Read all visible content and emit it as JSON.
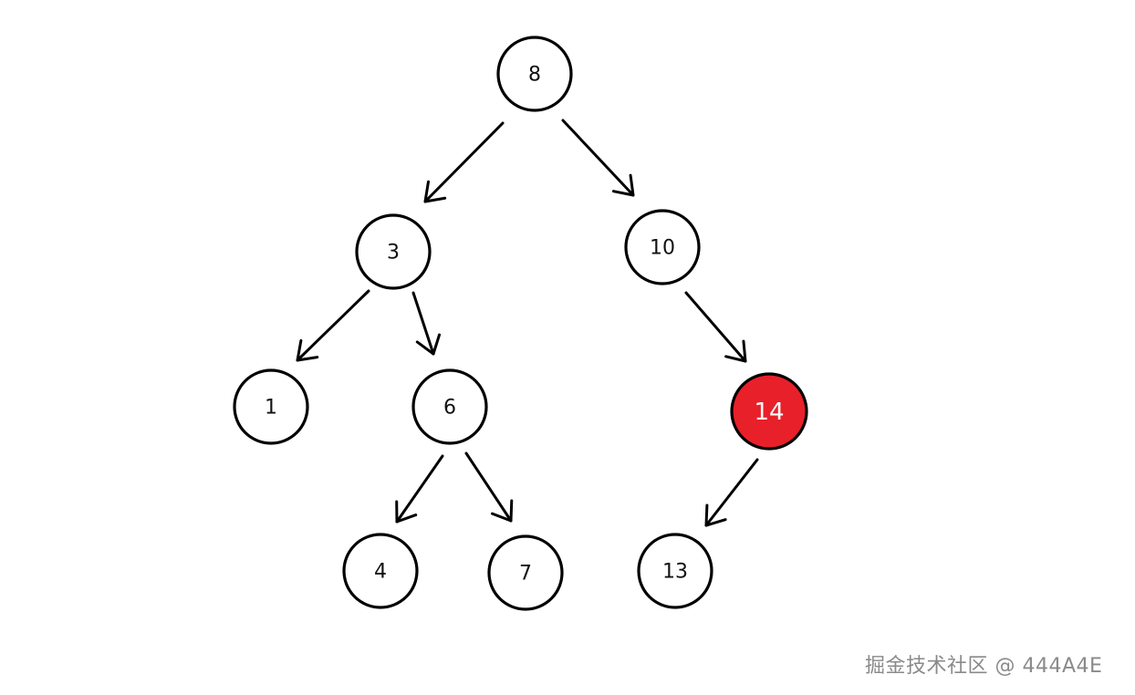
{
  "diagram": {
    "nodes": [
      {
        "id": "n8",
        "label": "8",
        "highlight": false
      },
      {
        "id": "n3",
        "label": "3",
        "highlight": false
      },
      {
        "id": "n10",
        "label": "10",
        "highlight": false
      },
      {
        "id": "n1",
        "label": "1",
        "highlight": false
      },
      {
        "id": "n6",
        "label": "6",
        "highlight": false
      },
      {
        "id": "n14",
        "label": "14",
        "highlight": true
      },
      {
        "id": "n4",
        "label": "4",
        "highlight": false
      },
      {
        "id": "n7",
        "label": "7",
        "highlight": false
      },
      {
        "id": "n13",
        "label": "13",
        "highlight": false
      }
    ],
    "edges": [
      {
        "from": "n8",
        "to": "n3"
      },
      {
        "from": "n8",
        "to": "n10"
      },
      {
        "from": "n3",
        "to": "n1"
      },
      {
        "from": "n3",
        "to": "n6"
      },
      {
        "from": "n10",
        "to": "n14"
      },
      {
        "from": "n6",
        "to": "n4"
      },
      {
        "from": "n6",
        "to": "n7"
      },
      {
        "from": "n14",
        "to": "n13"
      }
    ],
    "colors": {
      "highlight_fill": "#e8202a",
      "stroke": "#000000",
      "watermark": "#8a8a8a"
    }
  },
  "watermark": {
    "text": "掘金技术社区 @ 444A4E"
  }
}
